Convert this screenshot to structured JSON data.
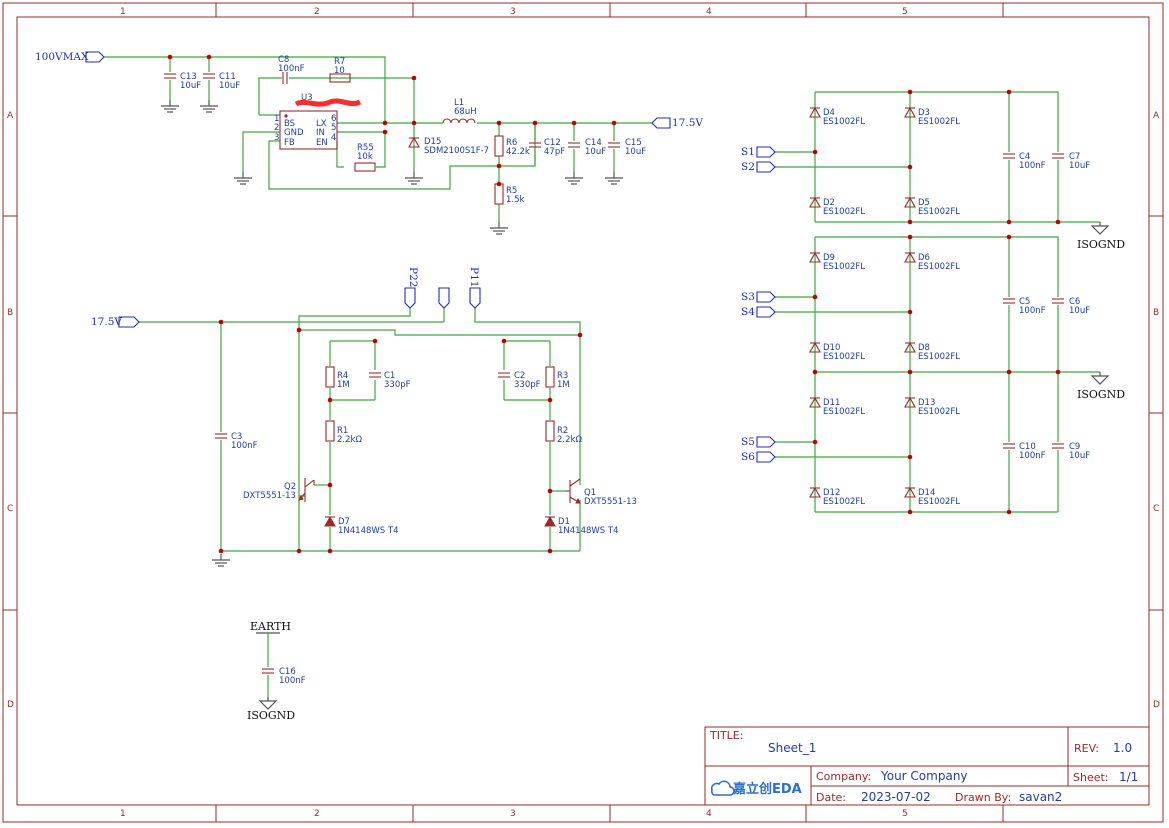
{
  "frame": {
    "columns": [
      "1",
      "2",
      "3",
      "4",
      "5"
    ],
    "rows": [
      "A",
      "B",
      "C",
      "D"
    ]
  },
  "nets": {
    "vin": "100VMAX",
    "v175_a": "17.5V",
    "v175_b": "17.5V",
    "isognd1": "ISOGND",
    "isognd2": "ISOGND",
    "isognd3": "ISOGND",
    "earth": "EARTH",
    "p22": "P22",
    "p11": "P11",
    "s1": "S1",
    "s2": "S2",
    "s3": "S3",
    "s4": "S4",
    "s5": "S5",
    "s6": "S6"
  },
  "components": {
    "c13": {
      "ref": "C13",
      "val": "10uF"
    },
    "c11": {
      "ref": "C11",
      "val": "10uF"
    },
    "c8": {
      "ref": "C8",
      "val": "100nF"
    },
    "r7": {
      "ref": "R7",
      "val": "10"
    },
    "u3": {
      "ref": "U3",
      "pin_bs": "BS",
      "pin_gnd": "GND",
      "pin_fb": "FB",
      "pin_lx": "LX",
      "pin_in": "IN",
      "pin_en": "EN",
      "n1": "1",
      "n2": "2",
      "n3": "3",
      "n4": "4",
      "n5": "5",
      "n6": "6"
    },
    "r55": {
      "ref": "R55",
      "val": "10k"
    },
    "d15": {
      "ref": "D15",
      "val": "SDM2100S1F-7"
    },
    "l1": {
      "ref": "L1",
      "val": "68uH"
    },
    "r6": {
      "ref": "R6",
      "val": "42.2k"
    },
    "c12": {
      "ref": "C12",
      "val": "47pF"
    },
    "c14": {
      "ref": "C14",
      "val": "10uF"
    },
    "c15": {
      "ref": "C15",
      "val": "10uF"
    },
    "r5": {
      "ref": "R5",
      "val": "1.5k"
    },
    "c3": {
      "ref": "C3",
      "val": "100nF"
    },
    "r4": {
      "ref": "R4",
      "val": "1M"
    },
    "c1": {
      "ref": "C1",
      "val": "330pF"
    },
    "r1": {
      "ref": "R1",
      "val": "2.2kΩ"
    },
    "q2": {
      "ref": "Q2",
      "val": "DXT5551-13"
    },
    "d7": {
      "ref": "D7",
      "val": "1N4148WS T4"
    },
    "c2": {
      "ref": "C2",
      "val": "330pF"
    },
    "r3": {
      "ref": "R3",
      "val": "1M"
    },
    "r2": {
      "ref": "R2",
      "val": "2.2kΩ"
    },
    "q1": {
      "ref": "Q1",
      "val": "DXT5551-13"
    },
    "d1": {
      "ref": "D1",
      "val": "1N4148WS T4"
    },
    "c16": {
      "ref": "C16",
      "val": "100nF"
    },
    "d4": {
      "ref": "D4",
      "val": "ES1002FL"
    },
    "d3": {
      "ref": "D3",
      "val": "ES1002FL"
    },
    "d2": {
      "ref": "D2",
      "val": "ES1002FL"
    },
    "d5": {
      "ref": "D5",
      "val": "ES1002FL"
    },
    "c4": {
      "ref": "C4",
      "val": "100nF"
    },
    "c7": {
      "ref": "C7",
      "val": "10uF"
    },
    "d9": {
      "ref": "D9",
      "val": "ES1002FL"
    },
    "d6": {
      "ref": "D6",
      "val": "ES1002FL"
    },
    "d10": {
      "ref": "D10",
      "val": "ES1002FL"
    },
    "d8": {
      "ref": "D8",
      "val": "ES1002FL"
    },
    "c5": {
      "ref": "C5",
      "val": "100nF"
    },
    "c6": {
      "ref": "C6",
      "val": "10uF"
    },
    "d11": {
      "ref": "D11",
      "val": "ES1002FL"
    },
    "d13": {
      "ref": "D13",
      "val": "ES1002FL"
    },
    "d12": {
      "ref": "D12",
      "val": "ES1002FL"
    },
    "d14": {
      "ref": "D14",
      "val": "ES1002FL"
    },
    "c10": {
      "ref": "C10",
      "val": "100nF"
    },
    "c9": {
      "ref": "C9",
      "val": "10uF"
    }
  },
  "titleblock": {
    "title_label": "TITLE:",
    "title": "Sheet_1",
    "rev_label": "REV:",
    "rev": "1.0",
    "company_label": "Company:",
    "company": "Your Company",
    "sheet_label": "Sheet:",
    "sheet": "1/1",
    "date_label": "Date:",
    "date": "2023-07-02",
    "drawn_label": "Drawn By:",
    "drawn": "savan2",
    "logo": "嘉立创EDA"
  },
  "colors": {
    "wire": "#3fa83f",
    "component": "#9b2a2a",
    "junction": "#c00000",
    "net_label": "#1f2fb0",
    "annotation": "#1f3fa6"
  }
}
